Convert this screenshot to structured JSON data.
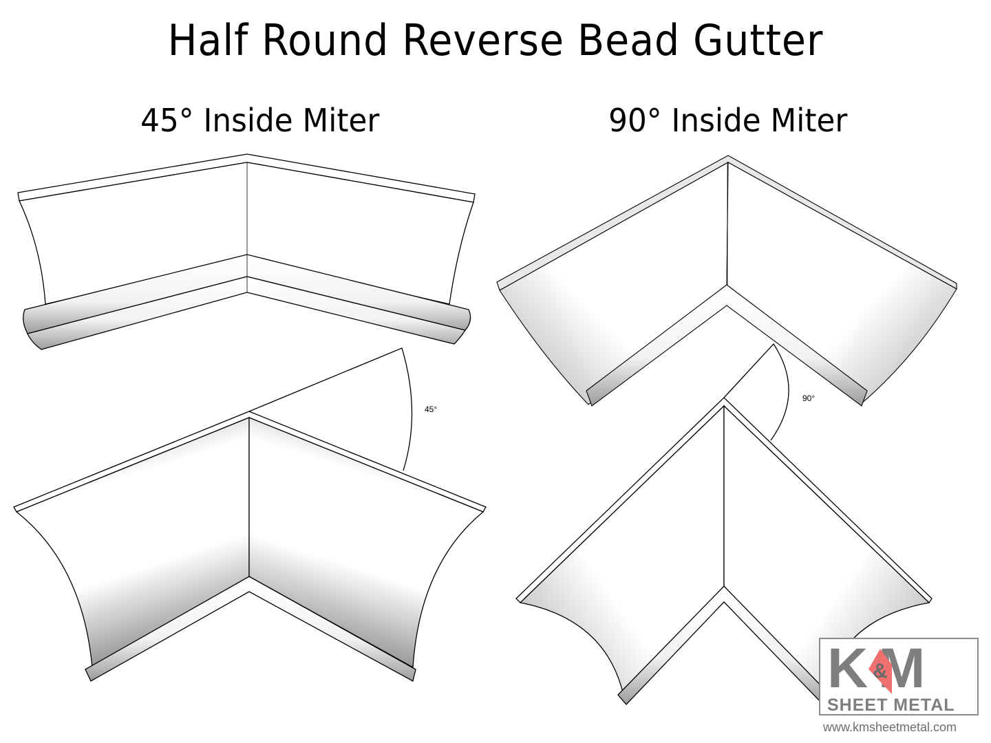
{
  "title": "Half Round Reverse Bead Gutter",
  "sections": [
    {
      "label": "45° Inside Miter",
      "angle_label": "45°"
    },
    {
      "label": "90° Inside Miter",
      "angle_label": "90°"
    }
  ],
  "logo": {
    "brand_mark": "K M",
    "ampersand": "&",
    "name": "SHEET METAL",
    "url": "www.kmsheetmetal.com",
    "colors": {
      "gray": "#7e7e7e",
      "accent": "#f07070"
    }
  }
}
